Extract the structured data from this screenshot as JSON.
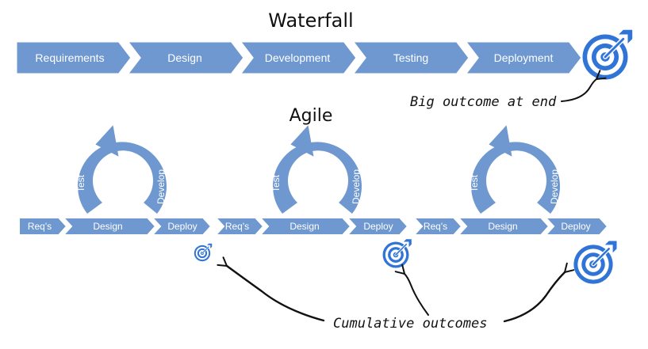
{
  "colors": {
    "arrow": "#6E98CF",
    "arrow_stroke": "#ffffff",
    "target": "#2F74D6",
    "text": "#111111"
  },
  "waterfall": {
    "title": "Waterfall",
    "stages": [
      "Requirements",
      "Design",
      "Development",
      "Testing",
      "Deployment"
    ],
    "note": "Big outcome at end"
  },
  "agile": {
    "title": "Agile",
    "iterations": [
      {
        "reqs": "Req's",
        "design": "Design",
        "deploy": "Deploy",
        "test": "Test",
        "develop": "Develop"
      },
      {
        "reqs": "Req's",
        "design": "Design",
        "deploy": "Deploy",
        "test": "Test",
        "develop": "Develop"
      },
      {
        "reqs": "Req's",
        "design": "Design",
        "deploy": "Deploy",
        "test": "Test",
        "develop": "Develop"
      }
    ],
    "note": "Cumulative outcomes"
  },
  "icons": {
    "target": "target-icon",
    "loop_arrow": "cycle-arrow-icon",
    "pointer_arrow": "hand-drawn-arrow-icon"
  }
}
